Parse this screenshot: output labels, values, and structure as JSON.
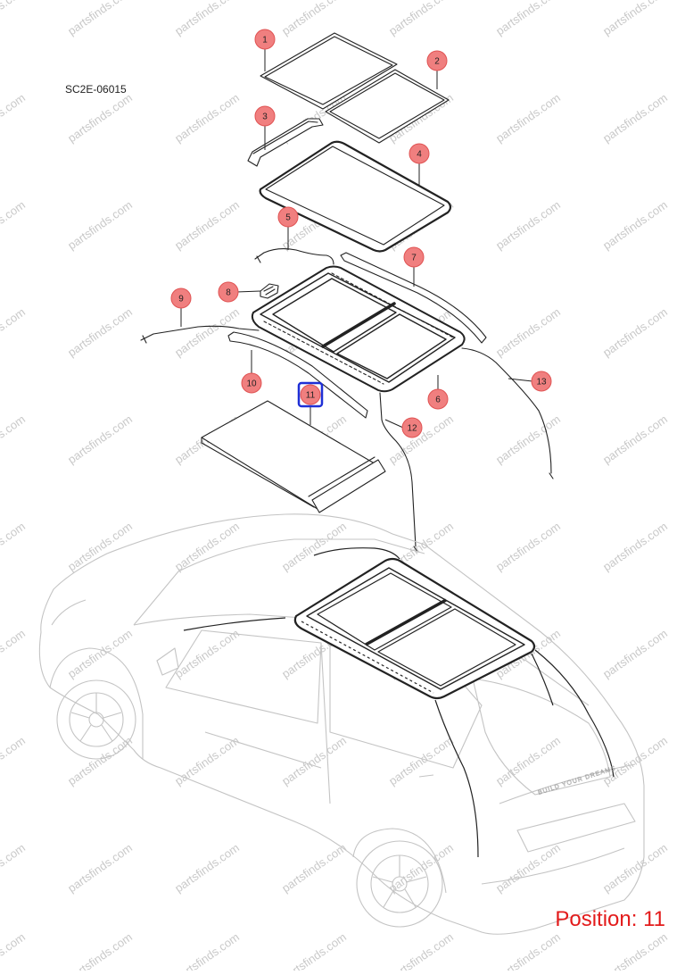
{
  "diagram_code": "SC2E-06015",
  "position_label": "Position: 11",
  "selected_part": "11",
  "watermark_text": "partsfinds.com",
  "colors": {
    "callout_fill": "#f07f7f",
    "callout_stroke": "#e05252",
    "selected_stroke": "#1f2fd6",
    "position_text": "#e31b1b",
    "watermark": "#c9c9c9"
  },
  "callouts": [
    {
      "number": "1"
    },
    {
      "number": "2"
    },
    {
      "number": "3"
    },
    {
      "number": "4"
    },
    {
      "number": "5"
    },
    {
      "number": "6"
    },
    {
      "number": "7"
    },
    {
      "number": "8"
    },
    {
      "number": "9"
    },
    {
      "number": "10"
    },
    {
      "number": "11"
    },
    {
      "number": "12"
    },
    {
      "number": "13"
    }
  ],
  "car_badge_text": "BUILD YOUR DREAMS"
}
